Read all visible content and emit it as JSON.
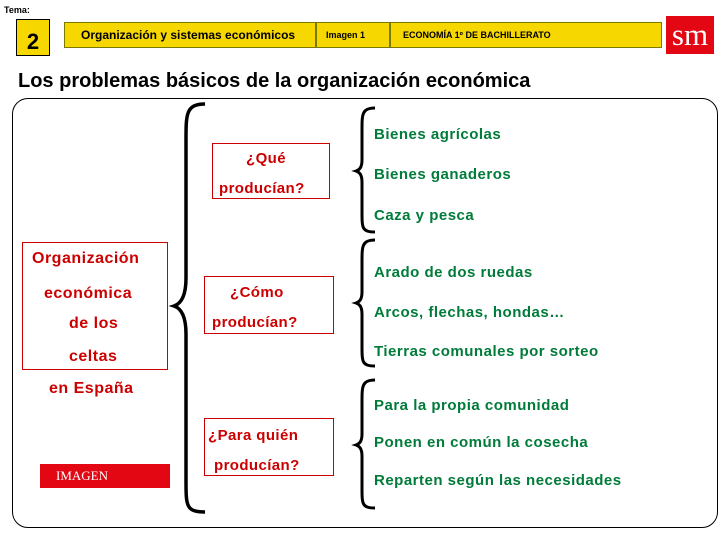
{
  "header": {
    "tema_label": "Tema:",
    "tema_number": "2",
    "section_title": "Organización y sistemas económicos",
    "image_label": "Imagen 1",
    "course": "ECONOMÍA 1º DE BACHILLERATO",
    "logo": "sm"
  },
  "title": "Los problemas básicos de la organización económica",
  "main_concept": [
    "Organización",
    "económica",
    "de los",
    "celtas",
    "en España"
  ],
  "questions": [
    {
      "lines": [
        "¿Qué",
        "producían?"
      ],
      "answers": [
        "Bienes agrícolas",
        "Bienes ganaderos",
        "Caza y pesca"
      ]
    },
    {
      "lines": [
        "¿Cómo",
        "producían?"
      ],
      "answers": [
        "Arado de dos ruedas",
        "Arcos, flechas, hondas…",
        "Tierras comunales por sorteo"
      ]
    },
    {
      "lines": [
        "¿Para quién",
        "producían?"
      ],
      "answers": [
        "Para la propia comunidad",
        "Ponen en común la cosecha",
        "Reparten según las necesidades"
      ]
    }
  ],
  "image_button": "IMAGEN",
  "colors": {
    "header_yellow": "#f6d700",
    "accent_red": "#cc0000",
    "answer_green": "#007b3a",
    "logo_red": "#e30613"
  }
}
